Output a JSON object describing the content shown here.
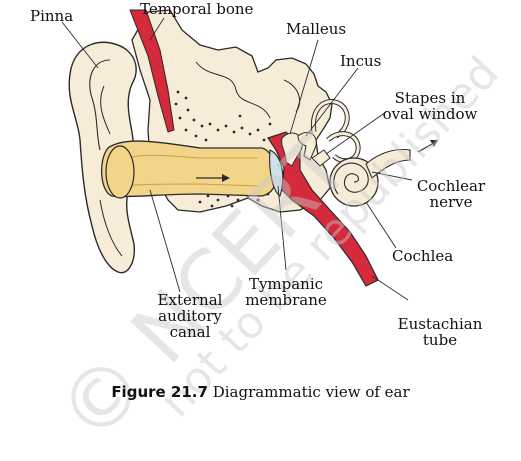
{
  "labels": {
    "pinna": "Pinna",
    "temporal_bone": "Temporal bone",
    "malleus": "Malleus",
    "incus": "Incus",
    "stapes_line1": "Stapes in",
    "stapes_line2": "oval window",
    "cochlear_line1": "Cochlear",
    "cochlear_line2": "nerve",
    "cochlea": "Cochlea",
    "eustachian_line1": "Eustachian",
    "eustachian_line2": "tube",
    "tympanic_line1": "Tympanic",
    "tympanic_line2": "membrane",
    "external_line1": "External",
    "external_line2": "auditory",
    "external_line3": "canal"
  },
  "caption": {
    "figure_number": "Figure 21.7",
    "text": "Diagrammatic view of ear"
  },
  "watermark": {
    "line1": "© NCERT",
    "line2": "not to be republished"
  },
  "colors": {
    "bone": "#f7ecd8",
    "canal": "#f3d58a",
    "red": "#d42a3c",
    "outline": "#2a2a2a",
    "watermark": "#c9c9c9"
  }
}
